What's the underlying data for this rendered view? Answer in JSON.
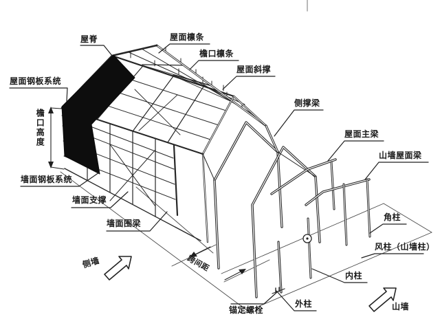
{
  "palette": {
    "background": "#ffffff",
    "ink": "#1f1f1f",
    "panel_black": "#0d0d0d",
    "thin_line": "#3a3a3a"
  },
  "diagram_kind": "annotated isometric exploded drawing of a light steel portal-frame building",
  "labels": {
    "roof_ridge": {
      "text": "屋脊"
    },
    "roof_purlin": {
      "text": "屋面檩条"
    },
    "eave_purlin": {
      "text": "檐口檩条"
    },
    "roof_brace": {
      "text": "屋面斜撑"
    },
    "side_strut": {
      "text": "侧撑梁"
    },
    "roof_main_beam": {
      "text": "屋面主梁"
    },
    "gable_roof_beam": {
      "text": "山墙屋面梁"
    },
    "corner_column": {
      "text": "角柱"
    },
    "wind_column": {
      "text": "风柱（山墙柱）"
    },
    "inner_column": {
      "text": "内柱"
    },
    "outer_column": {
      "text": "外柱"
    },
    "anchor_bolt": {
      "text": "锚定螺栓"
    },
    "roof_panel_system": {
      "text": "屋面钢板系统"
    },
    "eave_height": {
      "text": "檐口高度"
    },
    "wall_panel_system": {
      "text": "墙面钢板系统"
    },
    "wall_brace": {
      "text": "墙面支撑"
    },
    "wall_girt": {
      "text": "墙面围梁"
    },
    "side_wall": {
      "text": "侧墙"
    },
    "gable_wall": {
      "text": "山墙"
    },
    "bay_spacing": {
      "text": "跨间距"
    }
  }
}
